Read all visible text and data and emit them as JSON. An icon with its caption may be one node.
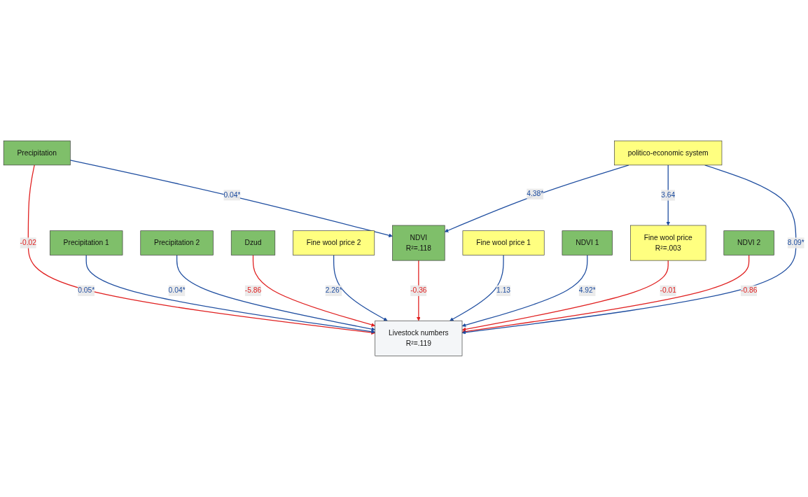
{
  "diagram": {
    "nodes": [
      {
        "text": [
          "Precipitation"
        ]
      },
      {
        "text": [
          "Precipitation 1"
        ]
      },
      {
        "text": [
          "Precipitation 2"
        ]
      },
      {
        "text": [
          "Dzud"
        ]
      },
      {
        "text": [
          "NDVI",
          "R²=.118"
        ]
      },
      {
        "text": [
          "Livestock numbers",
          "R²=.119"
        ]
      },
      {
        "text": [
          "Fine wool price 2"
        ]
      },
      {
        "text": [
          "NDVI 1"
        ]
      },
      {
        "text": [
          "Fine wool price 1"
        ]
      },
      {
        "text": [
          "NDVI 2"
        ]
      },
      {
        "text": [
          "politico-economic system"
        ]
      },
      {
        "text": [
          "Fine wool price",
          "R²=.003"
        ]
      }
    ],
    "edges": [
      {
        "from": 0,
        "to": 4,
        "arrow": "to",
        "label": "0.04*"
      },
      {
        "from": 0,
        "to": 5,
        "arrow": "to",
        "label": "-0.02",
        "color": "#e02020"
      },
      {
        "from": 1,
        "to": 5,
        "arrow": "to",
        "label": "0.05*"
      },
      {
        "from": 2,
        "to": 5,
        "arrow": "to",
        "label": "0.04*"
      },
      {
        "from": 3,
        "to": 5,
        "arrow": "to",
        "label": "-5.86",
        "color": "#e02020"
      },
      {
        "from": 6,
        "to": 5,
        "arrow": "to",
        "label": "2.26*"
      },
      {
        "from": 4,
        "to": 5,
        "arrow": "to",
        "label": "-0.36",
        "color": "#e02020"
      },
      {
        "from": 8,
        "to": 5,
        "arrow": "to",
        "label": "1.13"
      },
      {
        "from": 7,
        "to": 5,
        "arrow": "to",
        "label": "4.92*"
      },
      {
        "from": 11,
        "to": 5,
        "arrow": "to",
        "label": "-0.01",
        "color": "#e02020"
      },
      {
        "from": 9,
        "to": 5,
        "arrow": "to",
        "label": "-0.86",
        "color": "#e02020"
      },
      {
        "from": 10,
        "to": 4,
        "arrow": "to",
        "label": "4.38*"
      },
      {
        "from": 10,
        "to": 5,
        "arrow": "to",
        "label": "8.09*"
      },
      {
        "from": 10,
        "to": 11,
        "arrow": "to",
        "label": "3.64"
      }
    ]
  }
}
